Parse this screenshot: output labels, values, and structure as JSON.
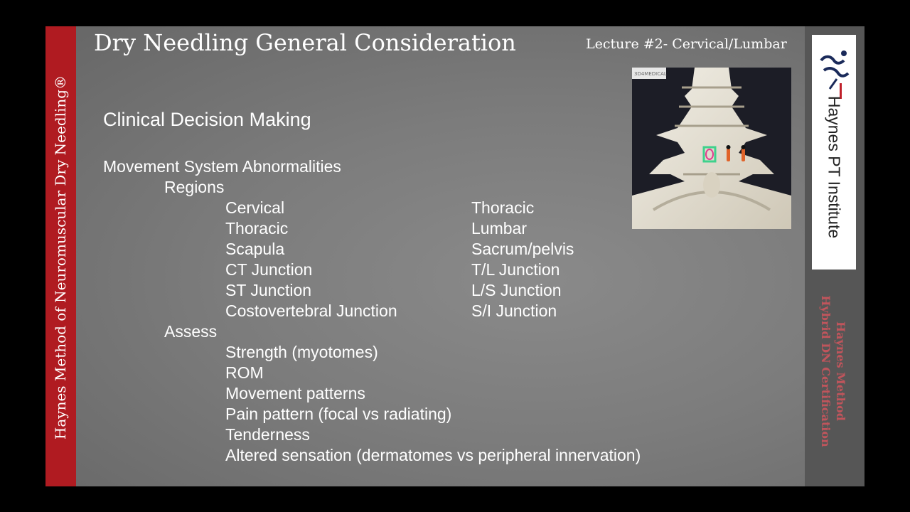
{
  "slide": {
    "title": "Dry Needling General Consideration",
    "lecture_label": "Lecture #2- Cervical/Lumbar",
    "left_banner": "Haynes Method of Neuromuscular Dry Needling®",
    "logo_text": "Haynes PT Institute",
    "certification": {
      "line1": "Haynes Method",
      "line2": "Hybrid DN Certification"
    },
    "image_watermark": "3D4MEDICAL"
  },
  "content": {
    "heading": "Clinical Decision Making",
    "subheading": "Movement System Abnormalities",
    "regions_label": "Regions",
    "regions_col1": [
      "Cervical",
      "Thoracic",
      "Scapula",
      "CT Junction",
      "ST Junction",
      "Costovertebral Junction"
    ],
    "regions_col2": [
      "Thoracic",
      "Lumbar",
      "Sacrum/pelvis",
      "T/L Junction",
      "L/S Junction",
      "S/I Junction"
    ],
    "assess_label": "Assess",
    "assess_items": [
      "Strength (myotomes)",
      "ROM",
      "Movement patterns",
      "Pain pattern (focal vs radiating)",
      "Tenderness",
      "Altered sensation (dermatomes vs peripheral innervation)"
    ]
  },
  "colors": {
    "banner_red": "#b01b21",
    "cert_text": "#c0555c"
  }
}
